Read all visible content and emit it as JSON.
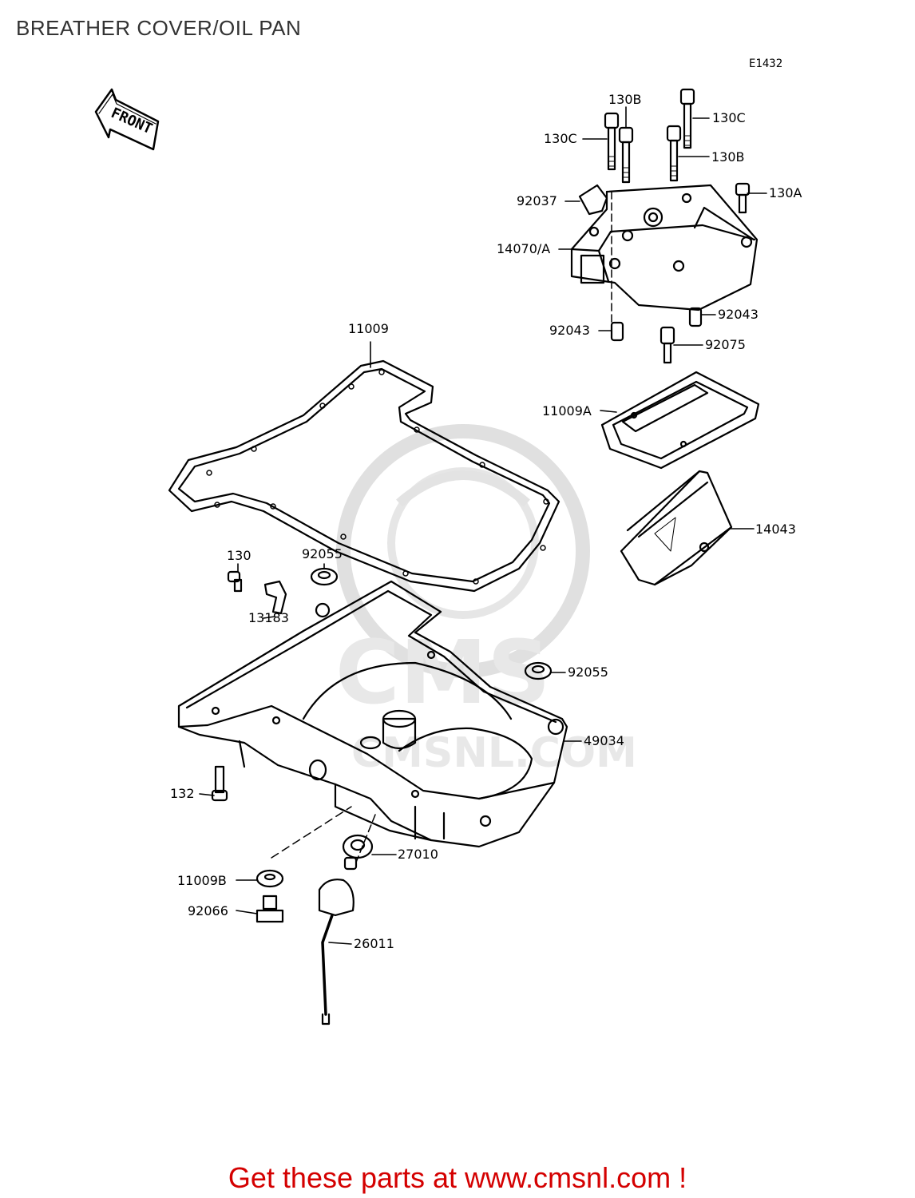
{
  "title": "BREATHER COVER/OIL PAN",
  "diagram_code": "E1432",
  "front_arrow_label": "FRONT",
  "watermark_text": "CMSNL.COM",
  "footer_text": "Get these parts at www.cmsnl.com !",
  "colors": {
    "footer": "#d40000",
    "line": "#000000",
    "watermark": "#d9d9d9"
  },
  "callouts": {
    "c130B_top": "130B",
    "c130C_right": "130C",
    "c130C_left": "130C",
    "c130B_right": "130B",
    "c92037": "92037",
    "c130A": "130A",
    "c14070A": "14070/A",
    "c92043_right": "92043",
    "c92043_left": "92043",
    "c92075": "92075",
    "c11009": "11009",
    "c11009A": "11009A",
    "c14043": "14043",
    "c130": "130",
    "c92055_top": "92055",
    "c13183": "13183",
    "c92055_right": "92055",
    "c49034": "49034",
    "c132": "132",
    "c27010": "27010",
    "c11009B": "11009B",
    "c92066": "92066",
    "c26011": "26011"
  }
}
